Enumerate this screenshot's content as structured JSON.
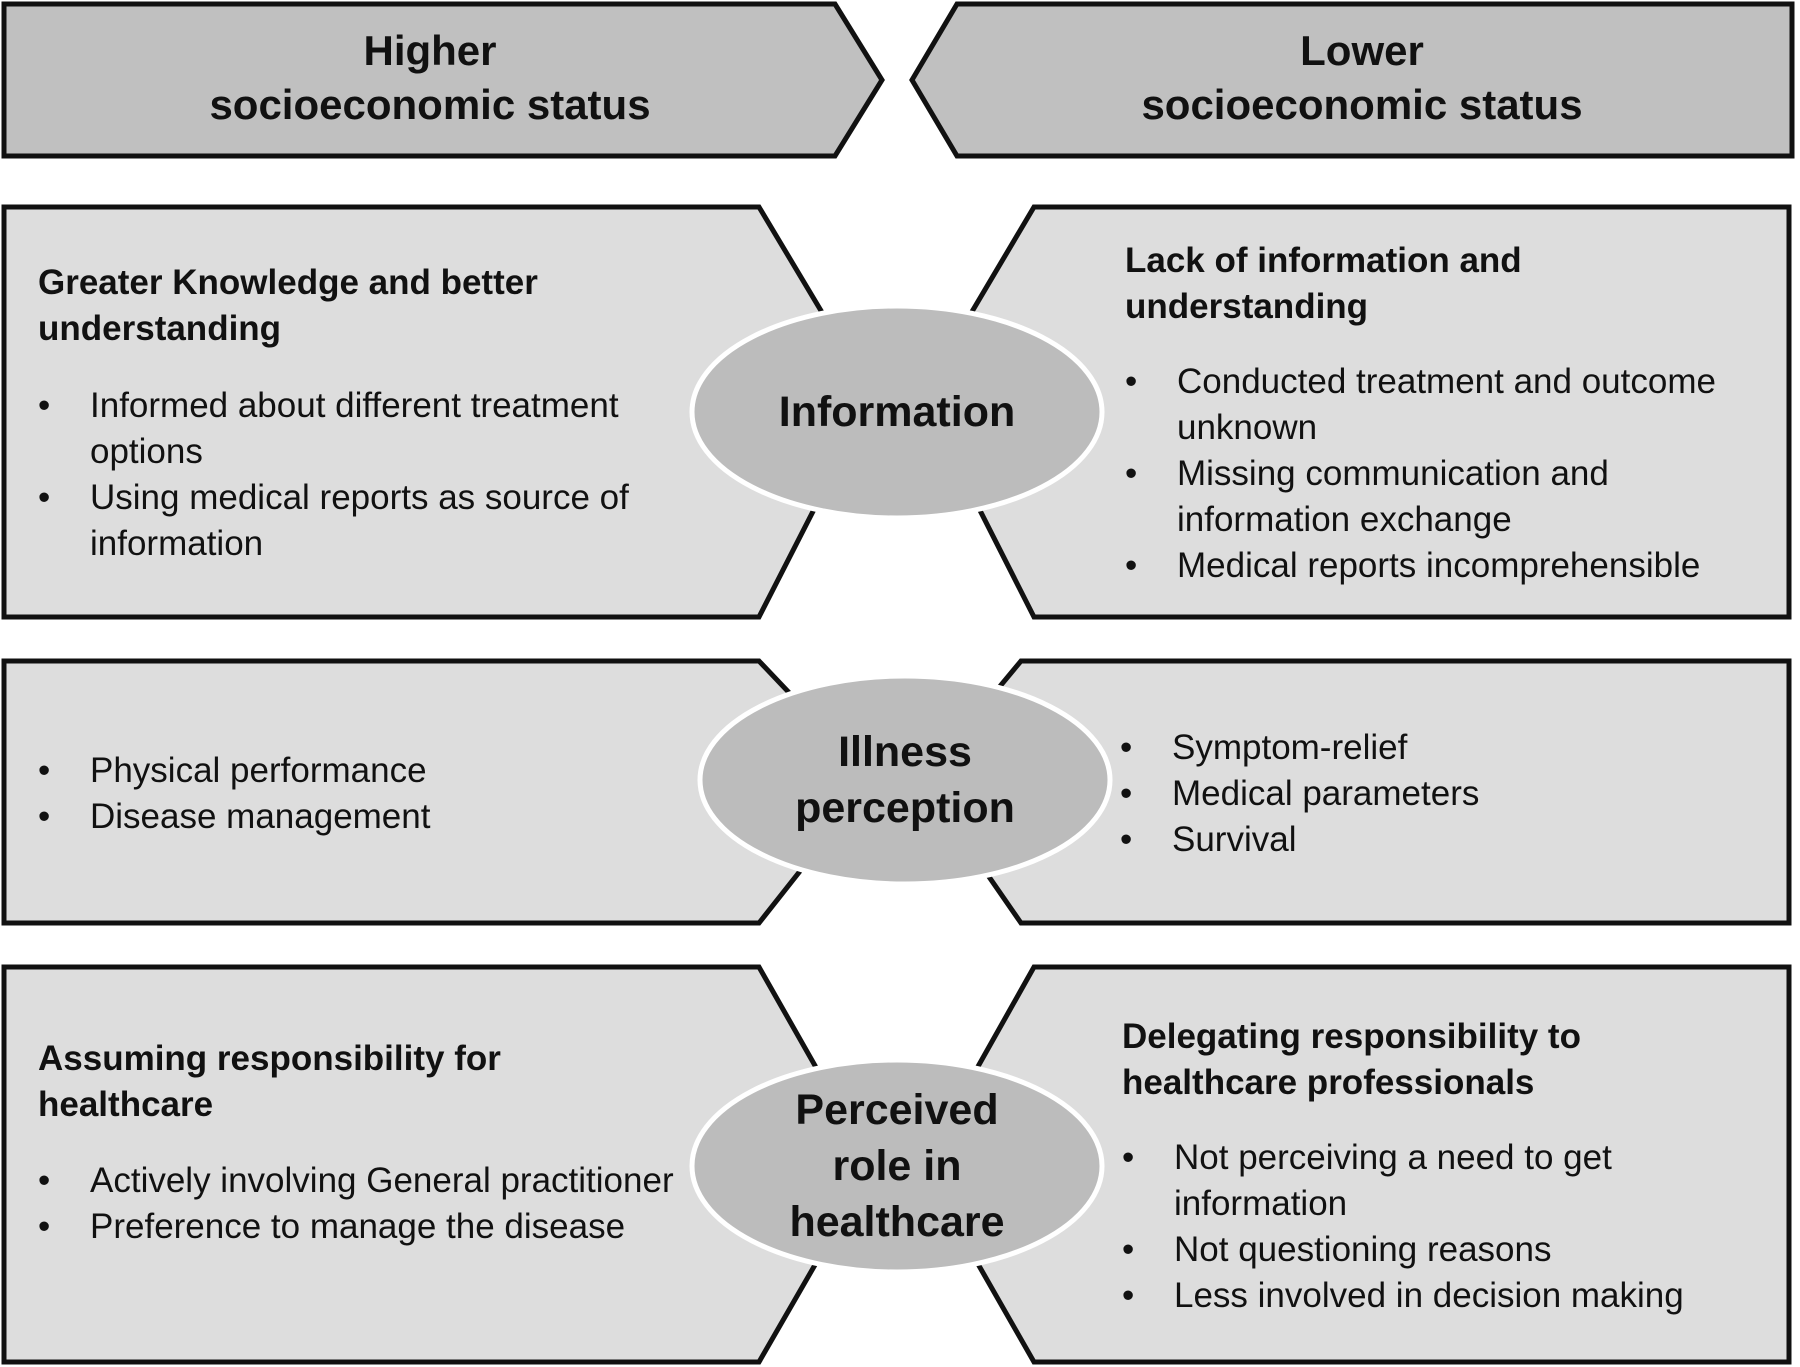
{
  "colors": {
    "header_fill": "#c0c0c0",
    "box_fill": "#dddddd",
    "ellipse_fill": "#bcbcbc",
    "stroke": "#111111"
  },
  "header": {
    "higher": {
      "line1": "Higher",
      "line2": "socioeconomic status"
    },
    "lower": {
      "line1": "Lower",
      "line2": "socioeconomic status"
    }
  },
  "rows": [
    {
      "center": {
        "lines": [
          "Information"
        ]
      },
      "left": {
        "title": [
          "Greater Knowledge and better",
          "understanding"
        ],
        "items": [
          "Informed about different treatment options",
          "Using medical reports as source of information"
        ]
      },
      "right": {
        "title": [
          "Lack of information and",
          "understanding"
        ],
        "items": [
          "Conducted treatment and outcome unknown",
          "Missing communication and information exchange",
          "Medical reports incomprehensible"
        ]
      }
    },
    {
      "center": {
        "lines": [
          "Illness",
          "perception"
        ]
      },
      "left": {
        "title": [],
        "items": [
          "Physical performance",
          "Disease management"
        ]
      },
      "right": {
        "title": [],
        "items": [
          "Symptom-relief",
          "Medical parameters",
          "Survival"
        ]
      }
    },
    {
      "center": {
        "lines": [
          "Perceived",
          "role in",
          "healthcare"
        ]
      },
      "left": {
        "title": [
          "Assuming responsibility for",
          "healthcare"
        ],
        "items": [
          "Actively involving General practitioner",
          "Preference to manage the disease"
        ]
      },
      "right": {
        "title": [
          "Delegating responsibility to",
          "healthcare professionals"
        ],
        "items": [
          "Not perceiving a need to get information",
          "Not questioning reasons",
          "Less involved in decision making"
        ]
      }
    }
  ]
}
